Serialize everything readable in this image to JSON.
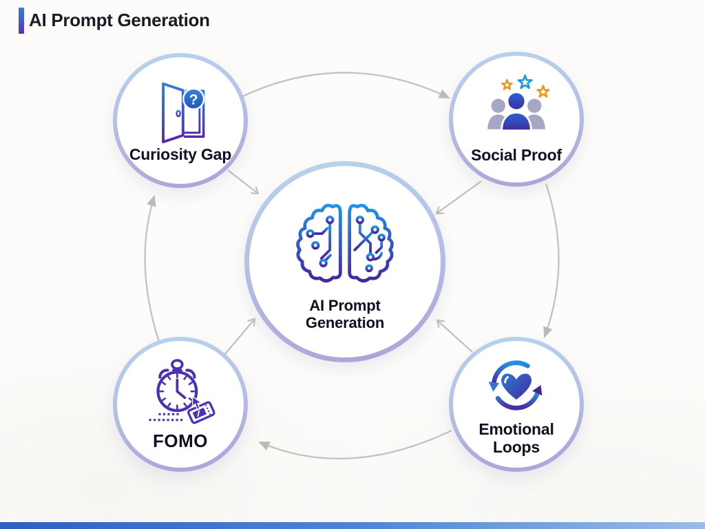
{
  "header": {
    "title": "AI Prompt Generation"
  },
  "diagram": {
    "center_node": {
      "id": "ai-prompt-generation",
      "label_line1": "AI Prompt",
      "label_line2": "Generation",
      "icon": "circuit-brain-icon"
    },
    "nodes": [
      {
        "id": "curiosity-gap",
        "position": "top-left",
        "label": "Curiosity Gap",
        "icon": "open-door-question-icon",
        "icon_glyph": "?"
      },
      {
        "id": "social-proof",
        "position": "top-right",
        "label": "Social Proof",
        "icon": "people-group-stars-icon"
      },
      {
        "id": "emotional-loops",
        "position": "bottom-right",
        "label_line1": "Emotional",
        "label_line2": "Loops",
        "icon": "heart-refresh-cycle-icon"
      },
      {
        "id": "fomo",
        "position": "bottom-left",
        "label": "FOMO",
        "icon": "alarm-clock-ticket-icon"
      }
    ],
    "connections": {
      "outer_cycle": [
        {
          "from": "curiosity-gap",
          "to": "social-proof"
        },
        {
          "from": "social-proof",
          "to": "emotional-loops"
        },
        {
          "from": "emotional-loops",
          "to": "fomo"
        },
        {
          "from": "fomo",
          "to": "curiosity-gap"
        }
      ],
      "spokes_to_center": [
        "curiosity-gap",
        "social-proof",
        "emotional-loops",
        "fomo"
      ]
    },
    "colors": {
      "background": "#fdfcfa",
      "title_text": "#1b1b28",
      "accent_gradient_top": "#2e80d8",
      "accent_gradient_bottom": "#5c33b4",
      "circle_border_blue": "#b7d3ec",
      "circle_border_lavender": "#aaa3d8",
      "arrow_gray": "#c6c4c2",
      "icon_blue": "#1e90e0",
      "icon_purple": "#45269e",
      "fomo_purple": "#4b2fb5",
      "star_orange": "#f0941f",
      "star_blue": "#2196d6",
      "label_text": "#101020",
      "footer_bar_blue": "#3566c8"
    }
  }
}
